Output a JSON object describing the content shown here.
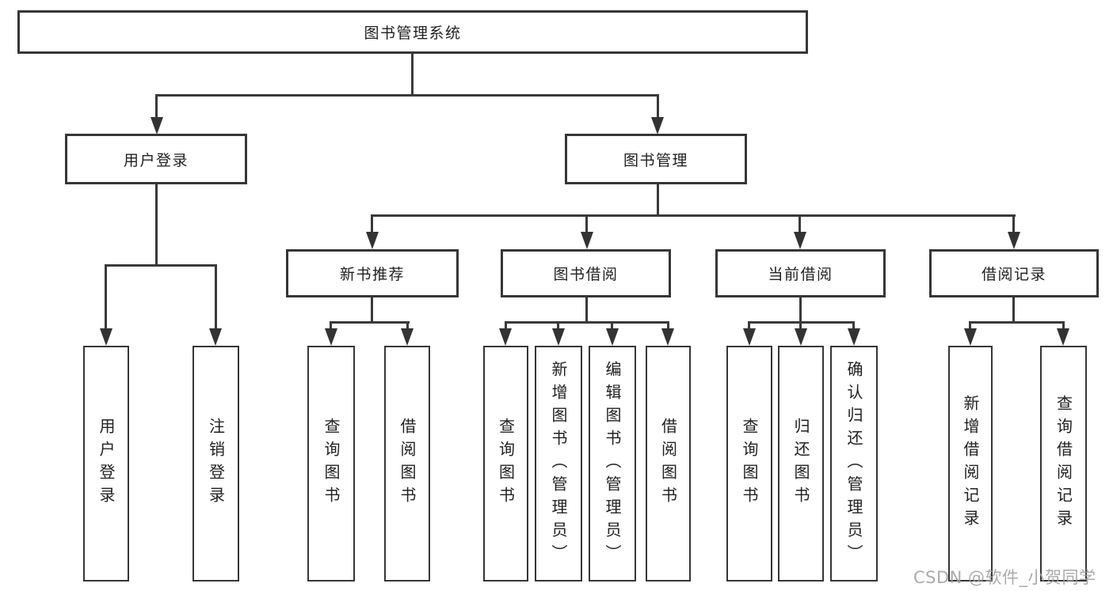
{
  "diagram": {
    "root": "图书管理系统",
    "level2": [
      "用户登录",
      "图书管理"
    ],
    "level3": [
      "新书推荐",
      "图书借阅",
      "当前借阅",
      "借阅记录"
    ],
    "leaves": {
      "user_login": [
        "用户登录",
        "注销登录"
      ],
      "new_book_recommend": [
        "查询图书",
        "借阅图书"
      ],
      "book_borrow": [
        "查询图书",
        "新增图书（管理员）",
        "编辑图书（管理员）",
        "借阅图书"
      ],
      "current_borrow": [
        "查询图书",
        "归还图书",
        "确认归还（管理员）"
      ],
      "borrow_record": [
        "新增借阅记录",
        "查询借阅记录"
      ]
    }
  },
  "watermark": "CSDN @软件_小贺同学",
  "colors": {
    "line": "#3a3a3a",
    "border": "#363636",
    "text": "#212121",
    "watermark": "#9e9e9e",
    "background": "#ffffff"
  }
}
